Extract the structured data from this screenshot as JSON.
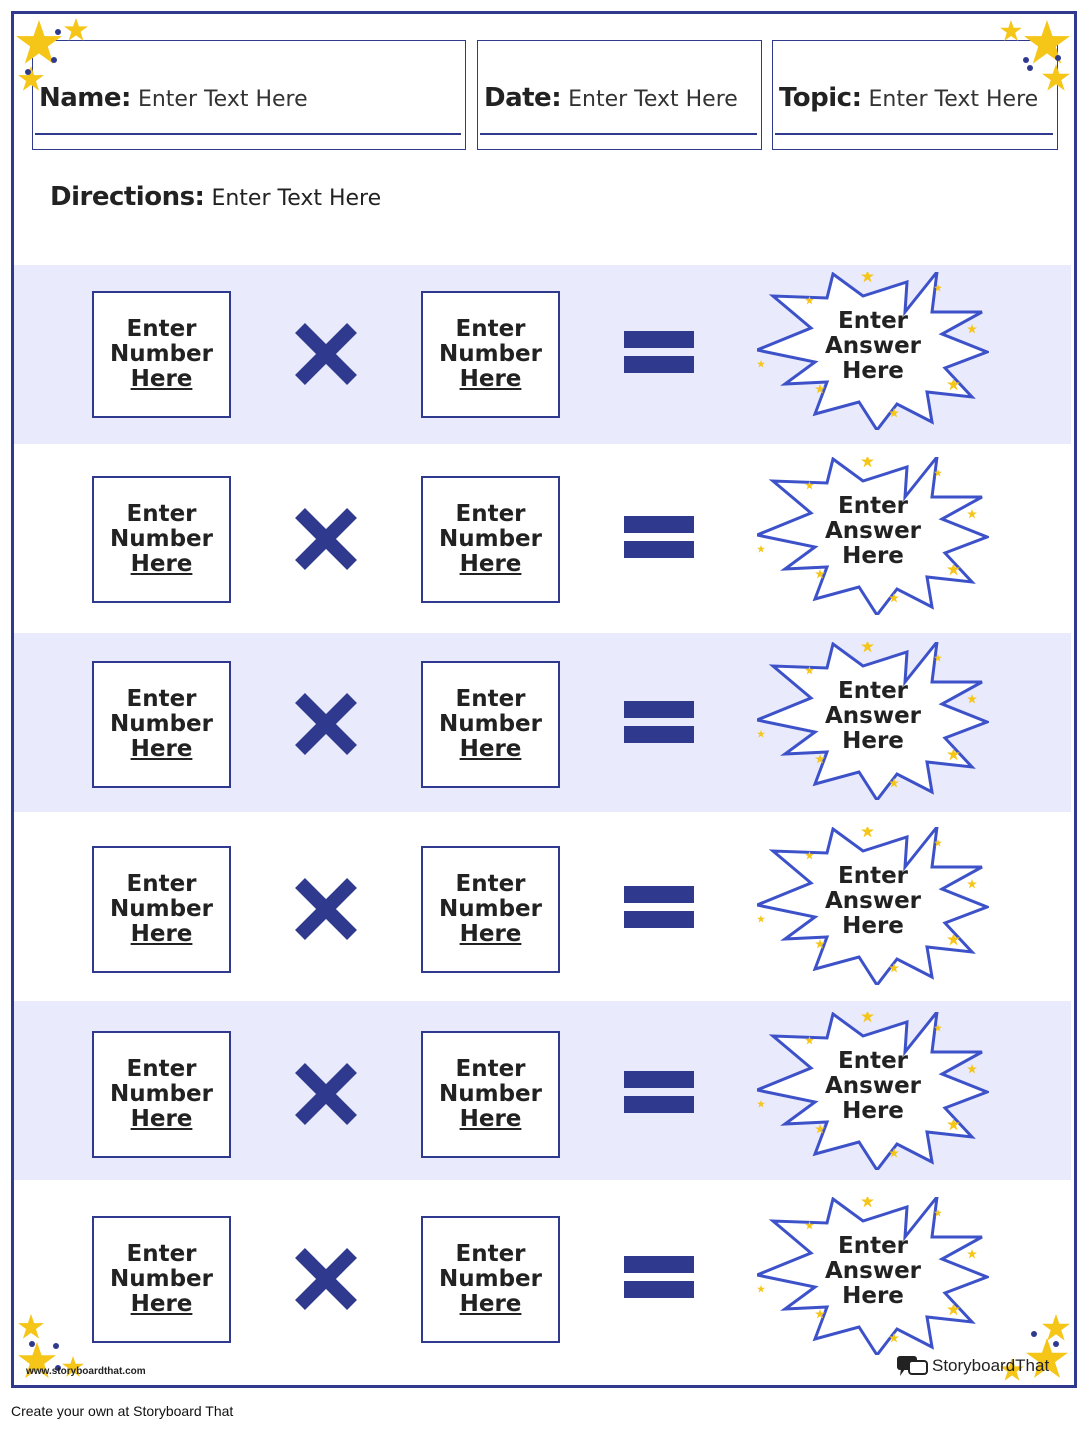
{
  "header": {
    "name_label": "Name:",
    "name_value": "Enter Text Here",
    "date_label": "Date:",
    "date_value": "Enter Text Here",
    "topic_label": "Topic:",
    "topic_value": "Enter Text Here"
  },
  "directions": {
    "label": "Directions:",
    "value": "Enter Text Here"
  },
  "problems": [
    {
      "left": {
        "l1": "Enter",
        "l2": "Number",
        "l3": "Here"
      },
      "right": {
        "l1": "Enter",
        "l2": "Number",
        "l3": "Here"
      },
      "answer": {
        "l1": "Enter",
        "l2": "Answer",
        "l3": "Here"
      }
    },
    {
      "left": {
        "l1": "Enter",
        "l2": "Number",
        "l3": "Here"
      },
      "right": {
        "l1": "Enter",
        "l2": "Number",
        "l3": "Here"
      },
      "answer": {
        "l1": "Enter",
        "l2": "Answer",
        "l3": "Here"
      }
    },
    {
      "left": {
        "l1": "Enter",
        "l2": "Number",
        "l3": "Here"
      },
      "right": {
        "l1": "Enter",
        "l2": "Number",
        "l3": "Here"
      },
      "answer": {
        "l1": "Enter",
        "l2": "Answer",
        "l3": "Here"
      }
    },
    {
      "left": {
        "l1": "Enter",
        "l2": "Number",
        "l3": "Here"
      },
      "right": {
        "l1": "Enter",
        "l2": "Number",
        "l3": "Here"
      },
      "answer": {
        "l1": "Enter",
        "l2": "Answer",
        "l3": "Here"
      }
    },
    {
      "left": {
        "l1": "Enter",
        "l2": "Number",
        "l3": "Here"
      },
      "right": {
        "l1": "Enter",
        "l2": "Number",
        "l3": "Here"
      },
      "answer": {
        "l1": "Enter",
        "l2": "Answer",
        "l3": "Here"
      }
    },
    {
      "left": {
        "l1": "Enter",
        "l2": "Number",
        "l3": "Here"
      },
      "right": {
        "l1": "Enter",
        "l2": "Number",
        "l3": "Here"
      },
      "answer": {
        "l1": "Enter",
        "l2": "Answer",
        "l3": "Here"
      }
    }
  ],
  "icons": {
    "operator": "multiply-icon",
    "equals": "equals-icon",
    "answer_shape": "starburst-icon",
    "decoration": "star-icon"
  },
  "colors": {
    "navy": "#2f3a8f",
    "burst_stroke": "#3d52c9",
    "band_shade": "#e9eafb",
    "star_yellow": "#f5c518"
  },
  "footer": {
    "url": "www.storyboardthat.com",
    "logo_text": "StoryboardThat",
    "caption": "Create your own at Storyboard That"
  }
}
